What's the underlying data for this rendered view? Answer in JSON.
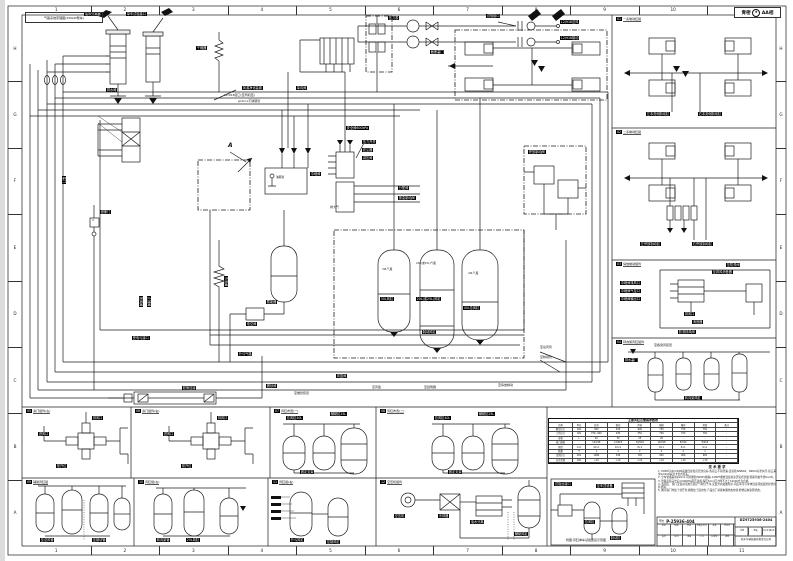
{
  "sheet": {
    "top_left_label": "气路系统原理图(250kW整车)",
    "stamp_prefix": "青密",
    "stamp_star": "★",
    "stamp_suffix": "AA相"
  },
  "grid": {
    "cols": [
      "1",
      "2",
      "3",
      "4",
      "5",
      "6",
      "7",
      "8",
      "9",
      "10",
      "11"
    ],
    "rows": [
      "H",
      "G",
      "F",
      "E",
      "D",
      "C",
      "B",
      "A"
    ]
  },
  "title_block": {
    "drawing_no": "DZ9725936-2404",
    "owner_label": "甲方",
    "product_code": "P-25936-404",
    "company": "机车车辆装备有限责任公司",
    "rev_fields": [
      "标记",
      "处数",
      "分区",
      "更改文件号",
      "签名",
      "年月日"
    ],
    "sign_fields": [
      "设计",
      "校对",
      "审核",
      "工艺",
      "标准化",
      "批准"
    ],
    "scale_label": "比例",
    "weight_label": "重量",
    "sheet_label": "共1张 第1张"
  },
  "notes": {
    "title": "技 术 要 求",
    "lines": [
      "1. P008与DK/2D08系统连接处应密封良好,各接口不得泄漏,连接按ISNB04、NKW3标准执行,接口采用12/918系列卡套式接头。",
      "2. 全车管路采用φ10×1不锈钢管(NKW5规格),12NPT螺纹连接处涂厌氧密封胶,管路弯曲半径R≥3D。",
      "3. 管路安装完毕后以900kPa风压试验,保压5min压力降不大于10kPa方为合格。",
      "4. 各风缸、塞门安装前须用压缩空气吹扫干净,安装方向如图所示,风缸吊带与车体连接须加装防松垫片并紧固。",
      "5. 图示塞门均处于常开位,阀类处于运用位,产品出厂前按本图状态交验,检修后恢复原状态。"
    ]
  },
  "table": {
    "title": "主要风缸及管路参数表",
    "cols": [
      "名称",
      "单位",
      "总风",
      "制动",
      "停放",
      "辅助",
      "撒砂",
      "风笛",
      "备注"
    ],
    "rows": [
      [
        "额定压力",
        "kPa",
        "900",
        "450",
        "600",
        "750",
        "750",
        "750",
        "-"
      ],
      [
        "工作压力",
        "kPa",
        "750~900",
        "430",
        "550",
        "700",
        "700",
        "700",
        "-"
      ],
      [
        "容积",
        "L",
        "40",
        "30",
        "25",
        "20",
        "-",
        "-",
        "-"
      ],
      [
        "接口规格",
        "-",
        "12/918",
        "12/918",
        "10/918",
        "10/918",
        "8/916",
        "8/916",
        "-"
      ],
      [
        "管径",
        "mm",
        "10×1",
        "10×1",
        "8×1",
        "8×1",
        "6×1",
        "6×1",
        "-"
      ],
      [
        "数量",
        "个",
        "1",
        "1",
        "2",
        "2",
        "2",
        "1",
        "-"
      ],
      [
        "试验压力",
        "kPa",
        "1080",
        "540",
        "720",
        "900",
        "900",
        "900",
        "-"
      ],
      [
        "允许泄漏",
        "kPa",
        "≤10",
        "≤10",
        "≤10",
        "≤10",
        "≤10",
        "≤10",
        "-"
      ]
    ]
  },
  "right_sections": [
    {
      "badge": "01",
      "title": "一系制动缸组"
    },
    {
      "badge": "02",
      "title": "二系制动缸组"
    },
    {
      "badge": "03",
      "title": "停放制动组件"
    },
    {
      "badge": "04",
      "title": "转向架风缸组件"
    }
  ],
  "bottom_cells": [
    {
      "badge": "05",
      "title": "塞门组件(左)"
    },
    {
      "badge": "06",
      "title": "塞门组件(右)"
    },
    {
      "badge": "07",
      "title": "风缸布置(一)"
    },
    {
      "badge": "08",
      "title": "风缸布置(二)"
    },
    {
      "badge": "09",
      "title": "辅助风缸组"
    },
    {
      "badge": "10",
      "title": "风缸组(左)"
    },
    {
      "badge": "11",
      "title": "风缸组(右)"
    },
    {
      "badge": "12",
      "title": "空压机组件"
    }
  ],
  "tags": [
    "油水分离器",
    "单车试验接口",
    "干燥器",
    "风源净化装置",
    "12/918总风",
    "12/918制动",
    "试验接口",
    "压力表",
    "截断塞门",
    "单向阀",
    "压力开关",
    "滤尘器",
    "减压阀",
    "中继阀",
    "分配阀",
    "紧急制动阀",
    "停放制动阀",
    "30L风缸",
    "20L(或25L)风缸",
    "制动风缸",
    "40L总风缸",
    "蓄能器",
    "电空阀",
    "遮断门",
    "撒砂阀",
    "风笛阀",
    "升弓气路",
    "受电弓接口",
    "排水阀",
    "安全阀600kPa",
    "放风阀",
    "止回阀",
    "节流阀",
    "塞门",
    "软管连接",
    "左本务侧制动缸",
    "右本务侧制动缸",
    "左停放制动缸",
    "右停放制动缸",
    "防滑排风阀",
    "转向架风缸",
    "至防滑阀",
    "进风口",
    "排风口",
    "进风口",
    "排风口",
    "常开位",
    "常开位",
    "总风缸40L",
    "辅助缸25L",
    "总风缸40L",
    "辅助缸25L",
    "固定支架",
    "固定支架",
    "至总风管",
    "至制动管",
    "空压机",
    "冷却器",
    "油水分离",
    "辅助风缸",
    "总风缸",
    "制动缸",
    "试验台接口",
    "转向架管",
    "25L风缸",
    "升弓风缸",
    "控制风缸",
    "至车顶设备",
    "排风口",
    "消音器",
    "中继阀排风口",
    "中继阀气控口",
    "中继阀输出口",
    "至排风消音器",
    "排水塞门"
  ],
  "plain": [
    "12/918接口(至司机室)",
    "φ10×1不锈钢管",
    "至总风管",
    "至制动管",
    "排大气",
    "至撒砂装置",
    "至风笛",
    "至刮雨器",
    "至停放制动",
    "A",
    "30L气瓶",
    "20L(或25L)气瓶",
    "40L气瓶",
    "至各用风装置",
    "油雾器",
    "K",
    "附图:风缸单车试验连接示意图"
  ]
}
